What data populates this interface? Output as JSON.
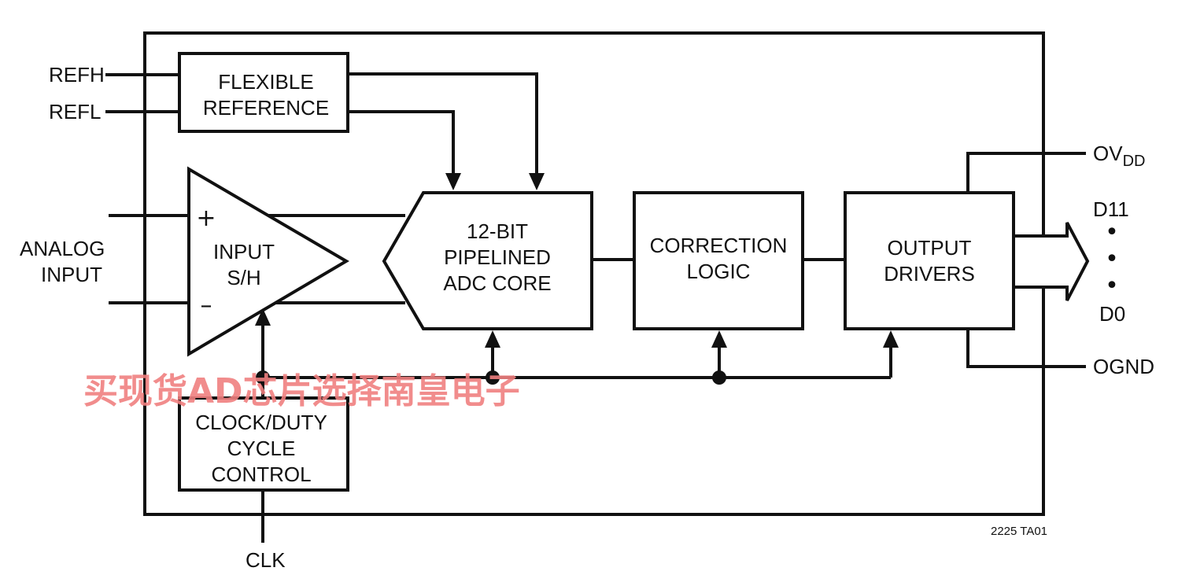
{
  "pins": {
    "refh": "REFH",
    "refl": "REFL",
    "analog_input_line1": "ANALOG",
    "analog_input_line2": "INPUT",
    "ovdd_main": "OV",
    "ovdd_sub": "DD",
    "d11": "D11",
    "d0": "D0",
    "ognd": "OGND",
    "clk": "CLK"
  },
  "blocks": {
    "flexible_reference": [
      "FLEXIBLE",
      "REFERENCE"
    ],
    "input_sh": [
      "INPUT",
      "S/H"
    ],
    "adc_core": [
      "12-BIT",
      "PIPELINED",
      "ADC CORE"
    ],
    "correction_logic": [
      "CORRECTION",
      "LOGIC"
    ],
    "output_drivers": [
      "OUTPUT",
      "DRIVERS"
    ],
    "clock_duty": [
      "CLOCK/DUTY",
      "CYCLE",
      "CONTROL"
    ]
  },
  "symbols": {
    "plus": "+",
    "minus": "–",
    "dot": "•"
  },
  "figure_id": "2225 TA01",
  "watermark": "买现货AD芯片选择南皇电子",
  "colors": {
    "line": "#111111",
    "watermark": "#f08080"
  }
}
